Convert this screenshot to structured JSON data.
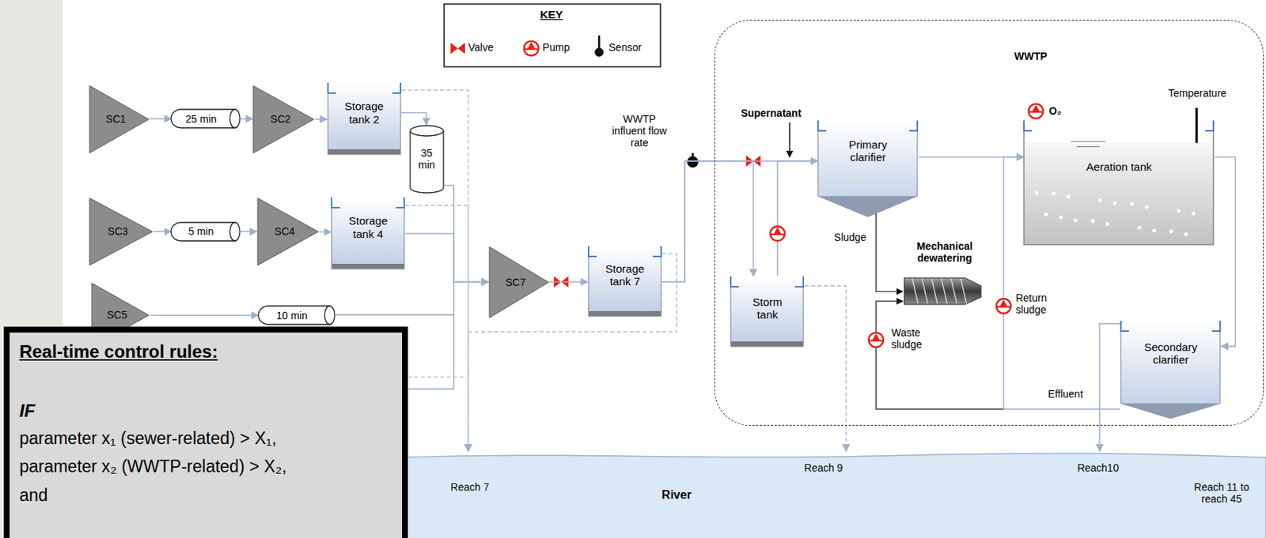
{
  "diagram": {
    "nodes": [
      {
        "text": [
          "SC1"
        ]
      },
      {
        "text": [
          "25 min"
        ]
      },
      {
        "text": [
          "SC2"
        ]
      },
      {
        "text": [
          "Storage tank 2"
        ]
      },
      {
        "text": [
          "35 min"
        ]
      },
      {
        "text": [
          "SC3"
        ]
      },
      {
        "text": [
          "5 min"
        ]
      },
      {
        "text": [
          "SC4"
        ]
      },
      {
        "text": [
          "Storage tank 4"
        ]
      },
      {
        "text": [
          "SC5"
        ]
      },
      {
        "text": [
          "10 min"
        ]
      },
      {
        "text": [
          "SC7"
        ]
      },
      {
        "text": [
          "Storage tank 7"
        ]
      },
      {
        "text": [
          "WWTP"
        ]
      },
      {
        "text": [
          "Primary clarifier"
        ],
        "in": 13
      },
      {
        "text": [
          "Storm tank"
        ],
        "in": 13
      },
      {
        "text": [
          "Aeration tank"
        ],
        "in": 13
      },
      {
        "text": [
          "Secondary clarifier"
        ],
        "in": 13
      },
      {
        "text": [
          "Reach 7",
          "River",
          "Reach 9",
          "Reach10",
          "Reach 11 to reach 45"
        ]
      },
      {
        "text": [
          "Real-time control rules:",
          "IF",
          "parameter x₁ (sewer-related) > X₁,",
          "parameter x₂ (WWTP-related) > X₂,",
          "and"
        ]
      }
    ],
    "edges": [
      {
        "from": 0,
        "to": 1,
        "arrow": "to"
      },
      {
        "from": 1,
        "to": 2,
        "arrow": "to"
      },
      {
        "from": 2,
        "to": 3,
        "arrow": "to"
      },
      {
        "from": 3,
        "to": 4,
        "arrow": "to"
      },
      {
        "from": 4,
        "to": 11,
        "arrow": "to"
      },
      {
        "from": 5,
        "to": 6,
        "arrow": "to"
      },
      {
        "from": 6,
        "to": 7,
        "arrow": "to"
      },
      {
        "from": 7,
        "to": 8,
        "arrow": "to"
      },
      {
        "from": 8,
        "to": 11,
        "arrow": "to"
      },
      {
        "from": 9,
        "to": 10,
        "arrow": "to"
      },
      {
        "from": 10,
        "to": 11,
        "arrow": "to"
      },
      {
        "from": 11,
        "to": 12,
        "arrow": "to"
      },
      {
        "from": 12,
        "to": 14,
        "arrow": "to"
      },
      {
        "from": 12,
        "to": 15,
        "arrow": "to"
      },
      {
        "from": 15,
        "to": 14,
        "arrow": "to"
      },
      {
        "from": 14,
        "to": 16,
        "arrow": "to"
      },
      {
        "from": 16,
        "to": 17,
        "arrow": "to"
      },
      {
        "from": 17,
        "to": 18,
        "arrow": "to"
      },
      {
        "from": 15,
        "to": 18,
        "arrow": "to"
      },
      {
        "from": 3,
        "to": 18,
        "arrow": "to"
      },
      {
        "from": 8,
        "to": 18,
        "arrow": "to"
      },
      {
        "from": 12,
        "to": 18,
        "arrow": "to"
      },
      {
        "from": 17,
        "to": 16,
        "arrow": "to"
      }
    ],
    "labels": [
      "KEY",
      "WWTP influent flow rate",
      "Supernatant",
      "Sludge",
      "Mechanical dewatering",
      "Return sludge",
      "Waste sludge",
      "O₂",
      "Temperature",
      "Effluent"
    ],
    "legend": [
      {
        "text": "Valve"
      },
      {
        "text": "Pump"
      },
      {
        "text": "Sensor"
      }
    ]
  }
}
